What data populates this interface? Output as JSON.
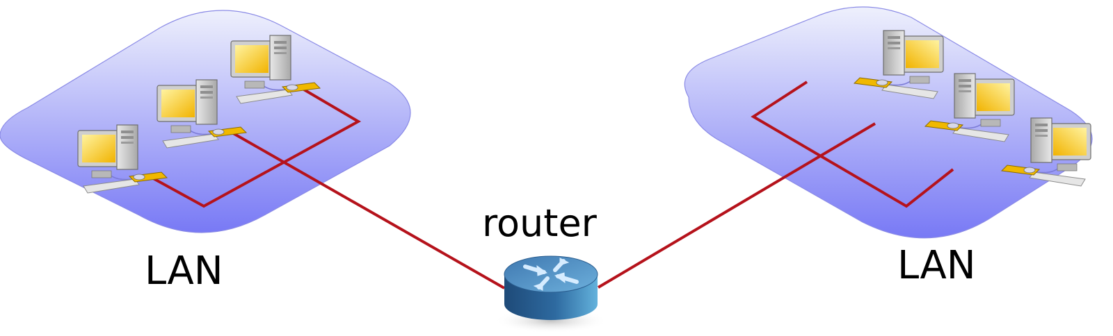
{
  "diagram": {
    "router": {
      "label": "router",
      "icon": "router-icon"
    },
    "lans": [
      {
        "label": "LAN",
        "computers": 3
      },
      {
        "label": "LAN",
        "computers": 3
      }
    ],
    "colors": {
      "cable": "#b5121b",
      "lan_top": "#e4e6fb",
      "lan_bottom": "#7e7ff7",
      "router_top": "#5a9bd4",
      "router_side_dark": "#1f4a7a",
      "router_side_light": "#5aa8d6",
      "screen": "#f7c400",
      "port": "#f0b800"
    }
  }
}
